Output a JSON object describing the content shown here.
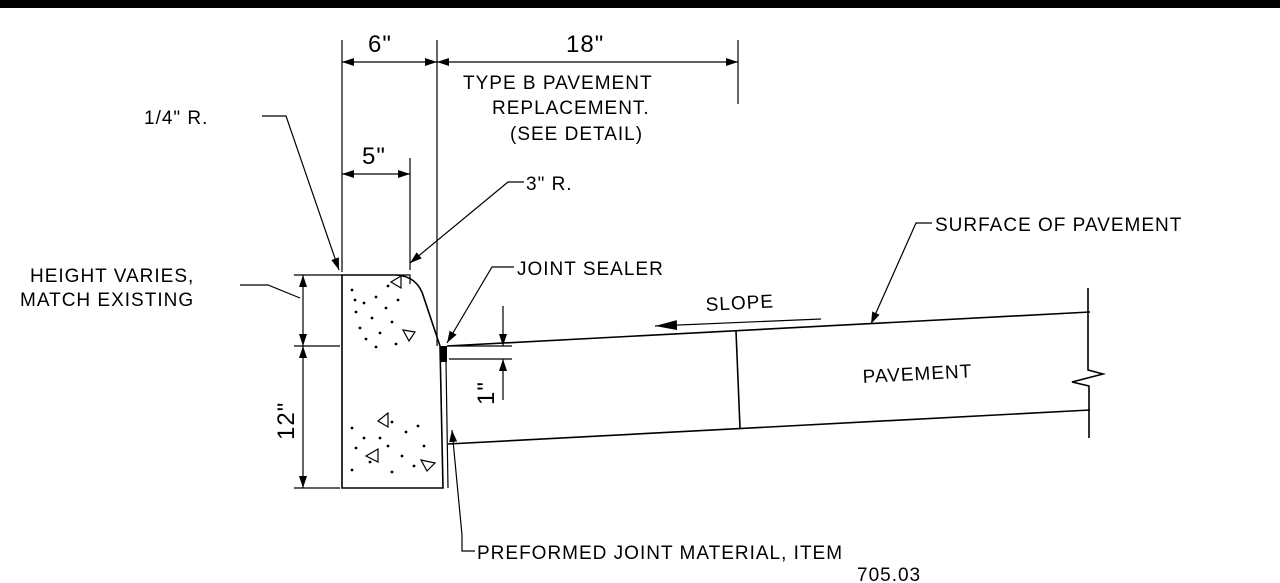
{
  "dimensions": {
    "top_width": "6\"",
    "inner_width": "5\"",
    "replacement_width": "18\"",
    "curb_depth": "12\"",
    "offset": "1\""
  },
  "labels": {
    "pavement_replacement_1": "TYPE B PAVEMENT",
    "pavement_replacement_2": "REPLACEMENT.",
    "pavement_replacement_3": "(SEE DETAIL)",
    "quarter_radius": "1/4\" R.",
    "three_radius": "3\" R.",
    "joint_sealer": "JOINT SEALER",
    "surface": "SURFACE OF PAVEMENT",
    "height_1": "HEIGHT VARIES,",
    "height_2": "MATCH EXISTING",
    "slope": "SLOPE",
    "pavement": "PAVEMENT",
    "preformed_1": "PREFORMED JOINT MATERIAL, ITEM",
    "preformed_2": "705.03"
  }
}
